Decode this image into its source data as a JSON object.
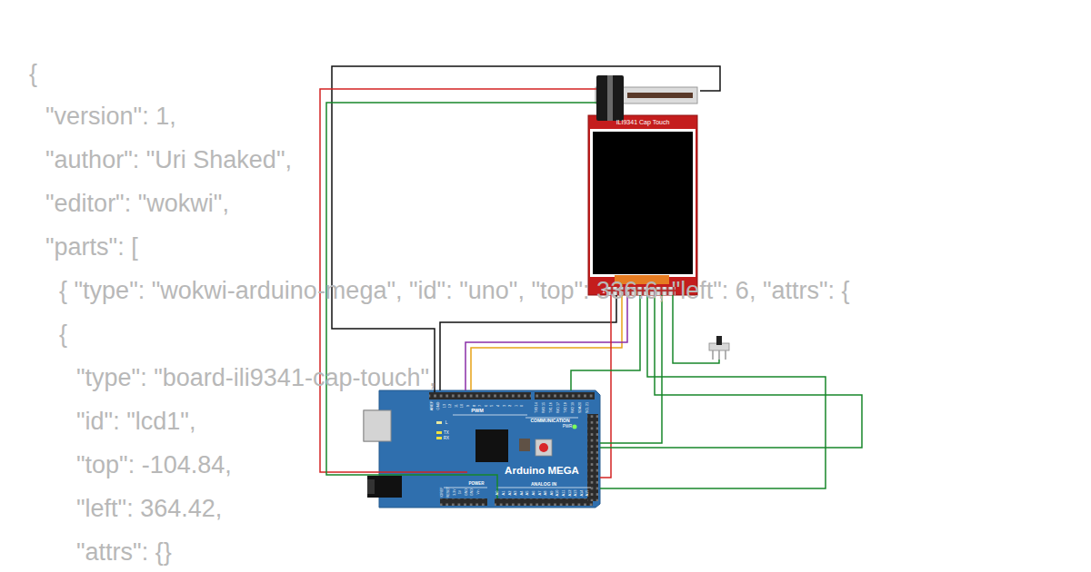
{
  "diagram": {
    "nodes": [
      {
        "text": [
          "ILI9341 Cap Touch"
        ]
      },
      {
        "text": [
          "Arduino MEGA"
        ]
      }
    ],
    "edges": [
      {
        "from": 0,
        "to": 1,
        "arrow": "none"
      },
      {
        "from": 0,
        "to": 1,
        "arrow": "none"
      },
      {
        "from": 0,
        "to": 1,
        "arrow": "none"
      },
      {
        "from": 0,
        "to": 1,
        "arrow": "none"
      },
      {
        "from": 0,
        "to": 1,
        "arrow": "none"
      },
      {
        "from": 0,
        "to": 1,
        "arrow": "none"
      },
      {
        "from": 0,
        "to": 1,
        "arrow": "none"
      },
      {
        "from": 0,
        "to": 1,
        "arrow": "none"
      }
    ],
    "labels": [
      "{",
      "\"version\": 1,",
      "\"author\": \"Uri Shaked\",",
      "\"editor\": \"wokwi\",",
      "\"parts\": [",
      "{ \"type\": \"wokwi-arduino-mega\", \"id\": \"uno\", \"top\": 336.6, \"left\": 6, \"attrs\": {",
      "{",
      "\"type\": \"board-ili9341-cap-touch\",",
      "\"id\": \"lcd1\",",
      "\"top\": -104.84,",
      "\"left\": 364.42,",
      "\"attrs\": {}",
      "PWM",
      "COMMUNICATION",
      "POWER",
      "ANALOG IN",
      "L",
      "TX",
      "RX",
      "PWR",
      "1",
      "AREF",
      "GND",
      "13",
      "12",
      "11",
      "10",
      "9",
      "8",
      "7",
      "6",
      "5",
      "4",
      "3",
      "2",
      "1",
      "0",
      "TX0 14",
      "RX0 15",
      "TX1 16",
      "RX1 17",
      "TX2 18",
      "RX2 19",
      "SDA 20",
      "SCL 21",
      "IOREF",
      "RESET",
      "3.3V",
      "5V",
      "GND",
      "GND",
      "Vin",
      "A0",
      "A1",
      "A2",
      "A3",
      "A4",
      "A5",
      "A6",
      "A7",
      "A8",
      "A9",
      "A10",
      "A11",
      "A12",
      "A13",
      "A14",
      "A15"
    ]
  }
}
